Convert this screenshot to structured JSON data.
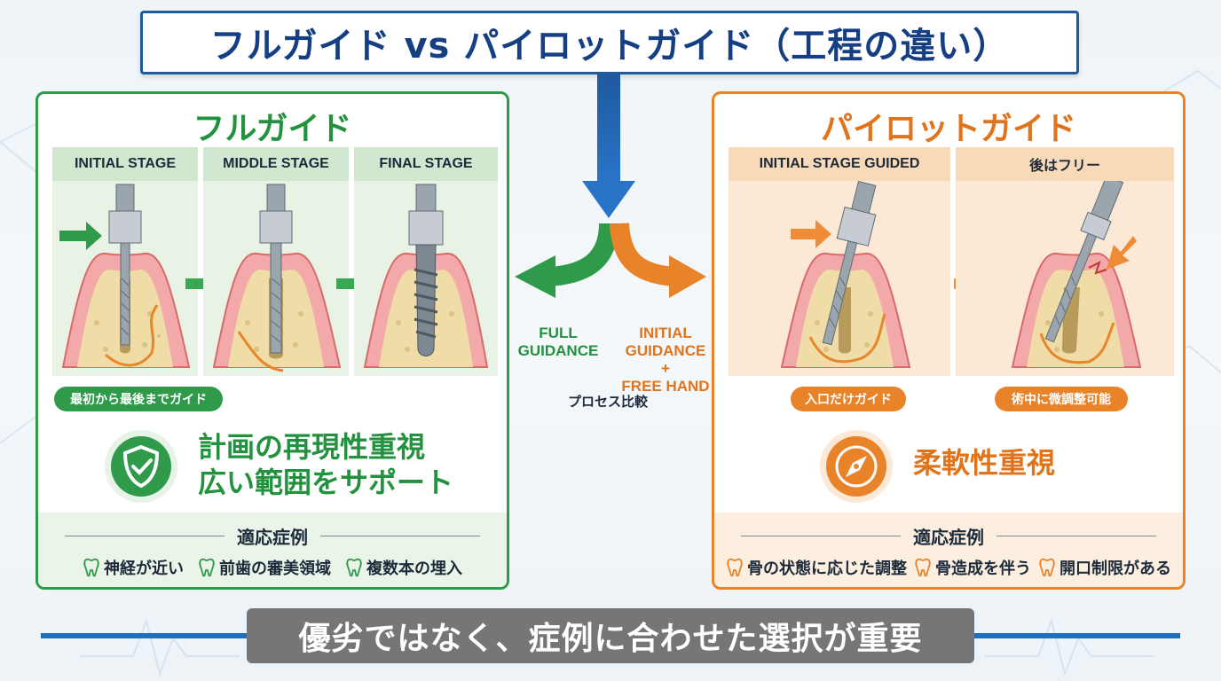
{
  "title": "フルガイド vs パイロットガイド（工程の違い）",
  "full_guide": {
    "heading": "フルガイド",
    "stages": [
      "INITIAL STAGE",
      "MIDDLE STAGE",
      "FINAL STAGE"
    ],
    "badge": "最初から最後までガイド",
    "feature_lines": [
      "計画の再現性重視",
      "広い範囲をサポート"
    ],
    "feature_icon": "shield-check-icon",
    "indications_heading": "適応症例",
    "indications": [
      "神経が近い",
      "前歯の審美領域",
      "複数本の埋入"
    ],
    "accent_color": "#2e9a4a"
  },
  "center": {
    "label_full": [
      "FULL",
      "GUIDANCE"
    ],
    "label_pilot": [
      "INITIAL",
      "GUIDANCE",
      "+",
      "FREE HAND"
    ],
    "caption": "プロセス比較"
  },
  "pilot_guide": {
    "heading": "パイロットガイド",
    "stages": [
      "INITIAL STAGE GUIDED",
      "後はフリー"
    ],
    "badges": [
      "入口だけガイド",
      "術中に微調整可能"
    ],
    "feature_lines": [
      "柔軟性重視"
    ],
    "feature_icon": "compass-icon",
    "indications_heading": "適応症例",
    "indications": [
      "骨の状態に応じた調整",
      "骨造成を伴う",
      "開口制限がある"
    ],
    "accent_color": "#e8832a"
  },
  "bottom_message": "優劣ではなく、症例に合わせた選択が重要"
}
